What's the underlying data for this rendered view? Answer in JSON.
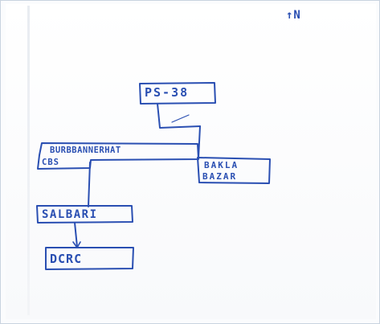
{
  "diagram": {
    "north_label": "↑N",
    "nodes": {
      "ps38": "PS-38",
      "burbhanner_line1": "BURBBANNERHAT",
      "burbhanner_line2": "CBS",
      "bakla_line1": "BAKLA",
      "bakla_line2": "BAZAR",
      "salbari": "SALBARI",
      "dcrc": "DCRC"
    },
    "ink_color": "#2a4fb2"
  }
}
